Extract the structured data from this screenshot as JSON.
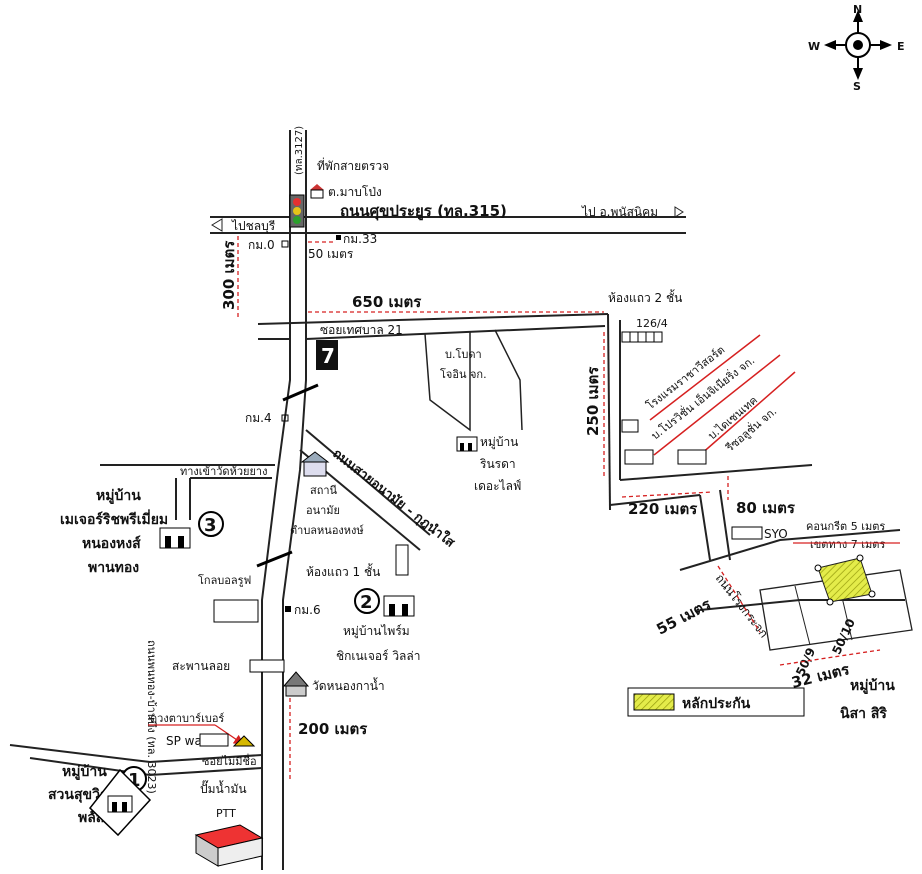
{
  "compass": {
    "n": "N",
    "s": "S",
    "e": "E",
    "w": "W"
  },
  "roads": {
    "main_road": "ถนนศุขประยูร (ทล.315)",
    "to_chonburi": "ไปชลบุรี",
    "to_phanat": "ไป อ.พนัสนิคม",
    "route_3127": "(ทล.3127)",
    "soi_thetsaban": "ซอยเทศบาล 21",
    "road_diagonal": "ถนนสายอนามัย - กุฎนำใส",
    "road_phanthong": "ถนนพนทอง-บ้านบึง (ทล. 3023)",
    "road_industrial": "ถนนโรงกระจก",
    "soi_maimi": "ซอยไม่มีชื่อ",
    "to_wat": "ทางเข้าวัดห้วยยาง"
  },
  "km_markers": {
    "km0": "กม.0",
    "km33": "กม.33",
    "km4": "กม.4",
    "km6": "กม.6"
  },
  "distances": {
    "d300": "300 เมตร",
    "d50": "50 เมตร",
    "d650": "650 เมตร",
    "d250": "250 เมตร",
    "d220": "220 เมตร",
    "d80": "80 เมตร",
    "d55": "55 เมตร",
    "d32": "32 เมตร",
    "d200": "200 เมตร"
  },
  "places": {
    "checkpoint": "ที่พักสายตรวจ",
    "mabpong": "ต.มาบโป่ง",
    "room2": "ห้องแถว 2 ชั้น",
    "no126": "126/4",
    "bodai1": "บ.โบดา",
    "bodai2": "โจอิน จก.",
    "hotel": "โรงแรมราชาวีสอร์ต",
    "bproviz": "บ.โปรวิชั่น เอ็นจิเนียริ่ง จก.",
    "btech": "บ.ไดเซนเทค",
    "btech2": "รีซอลูชั่น จก.",
    "rinrada1": "หมู่บ้าน",
    "rinrada2": "รินรดา",
    "rinrada3": "เดอะไลฟ์",
    "syo": "SYO",
    "concrete": "คอนกรีต 5 เมตร",
    "width7": "เขตทาง 7 เมตร",
    "health1": "สถานี",
    "health2": "อนามัย",
    "health3": "ตำบลหนองหงษ์",
    "room1": "ห้องแถว 1 ชั้น",
    "v2a": "หมู่บ้านไพร์ม",
    "v2b": "ชิกเนเจอร์ วิลล่า",
    "v3a": "หมู่บ้าน",
    "v3b": "เมเจอร์ริชพรีเมี่ยม",
    "v3c": "หนองหงส์",
    "v3d": "พานทอง",
    "golbal": "โกลบอลรูฟ",
    "bridge": "สะพานลอย",
    "wat": "วัดหนองกาน้ำ",
    "barber": "ดวงตาบาร์เบอร์",
    "spwash": "SP wash",
    "v1a": "หมู่บ้าน",
    "v1b": "สวนสุขวิลล์",
    "v1c": "พลัส",
    "petrol": "ปั๊มน้ำมัน",
    "ptt": "PTT",
    "plot_a": "50/9",
    "plot_b": "50/10",
    "nisa1": "หมู่บ้าน",
    "nisa2": "นิสา สิริ",
    "num1": "1",
    "num2": "2",
    "num3": "3"
  },
  "legend": {
    "label": "หลักประกัน",
    "color": "#d6e02a"
  },
  "seven_eleven": "7"
}
